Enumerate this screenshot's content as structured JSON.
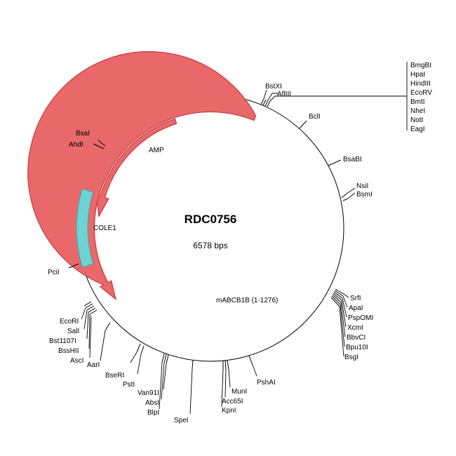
{
  "plasmid": {
    "name": "RDC0756",
    "size_label": "6578 bps"
  },
  "colors": {
    "arrow_fill": "#e9696b",
    "arrow_stroke": "#c9393c",
    "ori_fill": "#6fd3d3",
    "ori_stroke": "#3aa8a8",
    "backbone": "#000000"
  },
  "features": [
    {
      "id": "amp",
      "label": "AMP",
      "kind": "arrow-ccw"
    },
    {
      "id": "cole1",
      "label": "COLE1",
      "kind": "box"
    },
    {
      "id": "mabcb1b",
      "label": "mABCB1B (1-1276)",
      "kind": "arrow-ccw"
    }
  ],
  "sites": {
    "bstxi": "BstXI",
    "afliii": "AflIII",
    "mcs_group": [
      "BmgBI",
      "HpaI",
      "HindIII",
      "EcoRV",
      "BmtI",
      "NheI",
      "NotI",
      "EagI"
    ],
    "bcli": "BclI",
    "bsabi": "BsaBI",
    "nsii": "NsiI",
    "bsmi": "BsmI",
    "right_group": [
      "SrfI",
      "ApaI",
      "PspOMI",
      "XcmI",
      "BbvCI",
      "Bpu10I",
      "BsgI"
    ],
    "pshai": "PshAI",
    "muni": "MunI",
    "acc65i": "Acc65I",
    "kpni": "KpnI",
    "spei": "SpeI",
    "van91i": "Van91I",
    "absi": "AbsI",
    "blpi": "BlpI",
    "bseri": "BseRI",
    "psti": "PstI",
    "aari": "AarI",
    "left_group": [
      "EcoRI",
      "SalI",
      "Bst1107I",
      "BssHII",
      "AscI"
    ],
    "pcii": "PciI",
    "bsai": "BsaI",
    "ahdi": "AhdI"
  }
}
